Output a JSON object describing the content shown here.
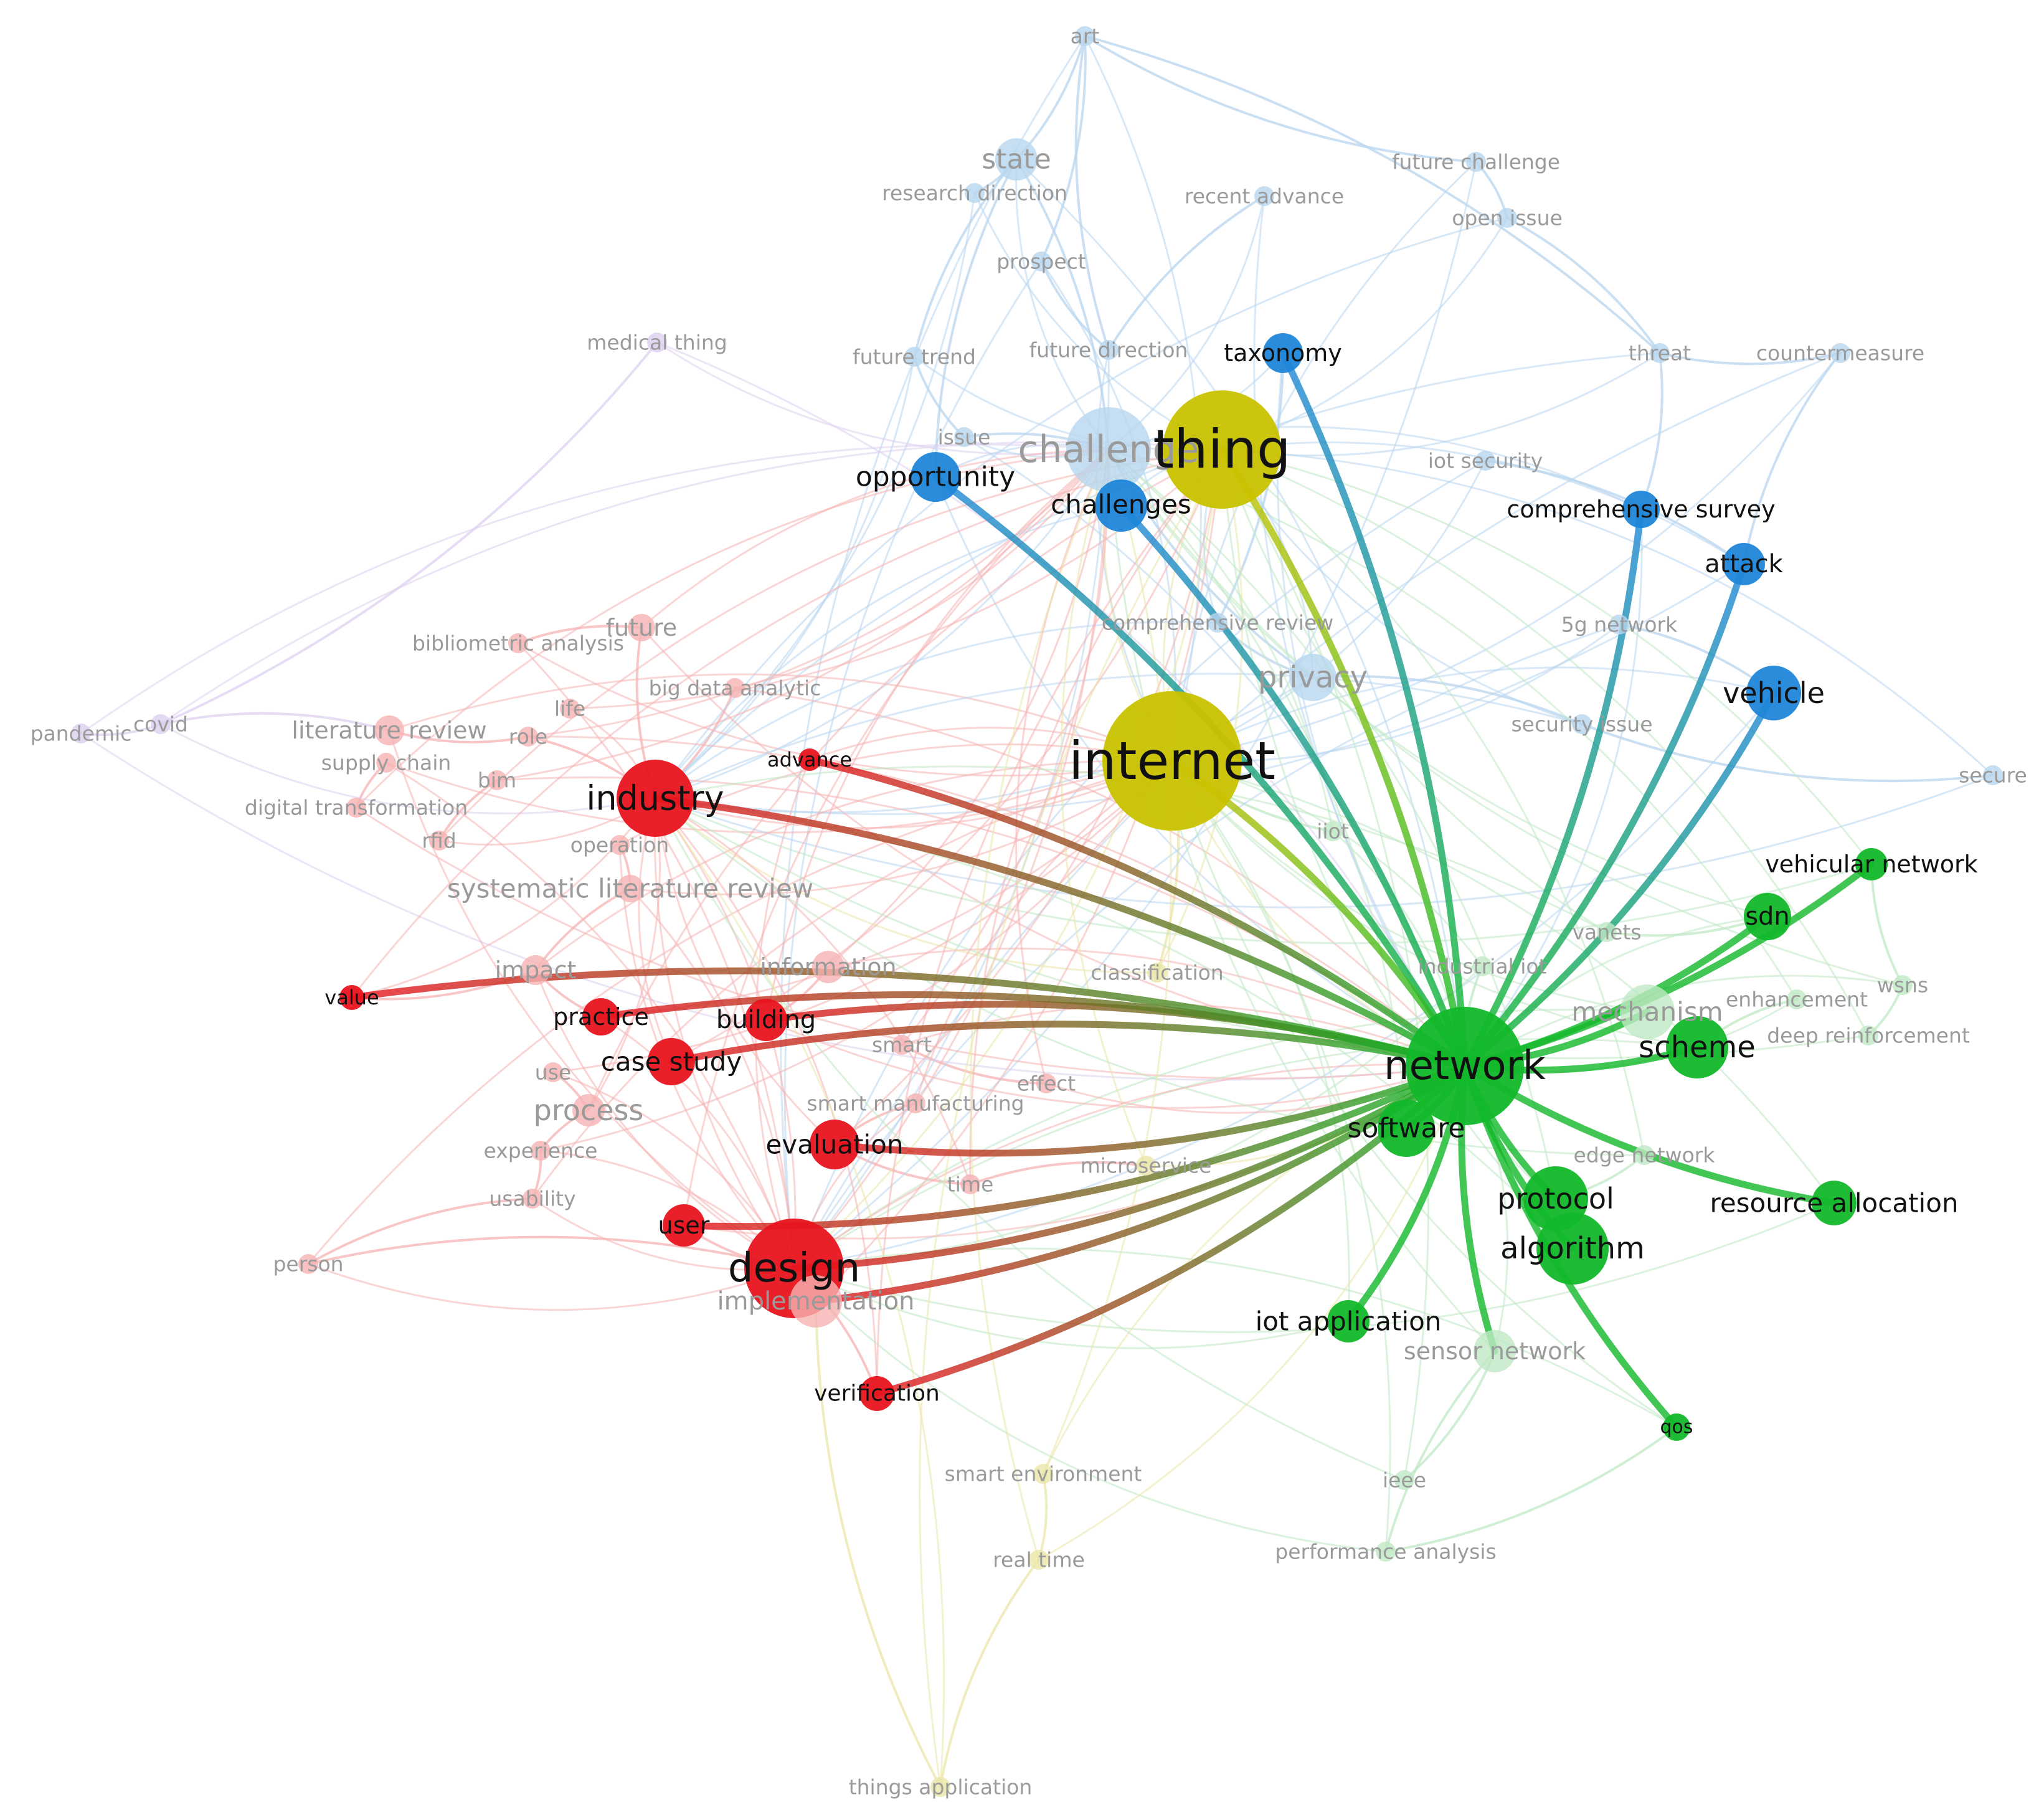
{
  "network": {
    "colors": {
      "red": "#e8141e",
      "blue": "#1f86d8",
      "green": "#12b82a",
      "yellow": "#c9c200",
      "purple": "#a98fd6",
      "red_faint": "#f6b3b3",
      "blue_faint": "#b8d6ee",
      "green_faint": "#bfe8c4",
      "yellow_faint": "#eae6a8",
      "purple_faint": "#ddd0ef"
    },
    "nodes": [
      {
        "id": "art",
        "label": "art",
        "cluster": "blue",
        "weight": 1,
        "fg": false
      },
      {
        "id": "state",
        "label": "state",
        "cluster": "blue",
        "weight": 2,
        "fg": false
      },
      {
        "id": "research-direction",
        "label": "research direction",
        "cluster": "blue",
        "weight": 1,
        "fg": false
      },
      {
        "id": "future-challenge",
        "label": "future challenge",
        "cluster": "blue",
        "weight": 1,
        "fg": false
      },
      {
        "id": "recent-advance",
        "label": "recent advance",
        "cluster": "blue",
        "weight": 1,
        "fg": false
      },
      {
        "id": "open-issue",
        "label": "open issue",
        "cluster": "blue",
        "weight": 1,
        "fg": false
      },
      {
        "id": "prospect",
        "label": "prospect",
        "cluster": "blue",
        "weight": 1,
        "fg": false
      },
      {
        "id": "medical-thing",
        "label": "medical thing",
        "cluster": "purple",
        "weight": 1,
        "fg": false
      },
      {
        "id": "future-trend",
        "label": "future trend",
        "cluster": "blue",
        "weight": 1,
        "fg": false
      },
      {
        "id": "future-direction",
        "label": "future direction",
        "cluster": "blue",
        "weight": 1,
        "fg": false
      },
      {
        "id": "taxonomy",
        "label": "taxonomy",
        "cluster": "blue",
        "weight": 2,
        "fg": true
      },
      {
        "id": "threat",
        "label": "threat",
        "cluster": "blue",
        "weight": 1,
        "fg": false
      },
      {
        "id": "countermeasure",
        "label": "countermeasure",
        "cluster": "blue",
        "weight": 1,
        "fg": false
      },
      {
        "id": "issue",
        "label": "issue",
        "cluster": "blue",
        "weight": 1,
        "fg": false
      },
      {
        "id": "challenge",
        "label": "challenge",
        "cluster": "blue",
        "weight": 6,
        "fg": false
      },
      {
        "id": "thing",
        "label": "thing",
        "cluster": "yellow",
        "weight": 9,
        "fg": true
      },
      {
        "id": "opportunity",
        "label": "opportunity",
        "cluster": "blue",
        "weight": 3,
        "fg": true
      },
      {
        "id": "challenges",
        "label": "challenges",
        "cluster": "blue",
        "weight": 3,
        "fg": true
      },
      {
        "id": "iot-security",
        "label": "iot security",
        "cluster": "blue",
        "weight": 1,
        "fg": false
      },
      {
        "id": "comprehensive-survey",
        "label": "comprehensive survey",
        "cluster": "blue",
        "weight": 2,
        "fg": true
      },
      {
        "id": "attack",
        "label": "attack",
        "cluster": "blue",
        "weight": 3,
        "fg": true
      },
      {
        "id": "bibliometric-analysis",
        "label": "bibliometric analysis",
        "cluster": "red",
        "weight": 1,
        "fg": false
      },
      {
        "id": "future",
        "label": "future",
        "cluster": "red",
        "weight": 2,
        "fg": false
      },
      {
        "id": "comprehensive-review",
        "label": "comprehensive review",
        "cluster": "blue",
        "weight": 1,
        "fg": false
      },
      {
        "id": "5g-network",
        "label": "5g network",
        "cluster": "blue",
        "weight": 1,
        "fg": false
      },
      {
        "id": "big-data-analytic",
        "label": "big data analytic",
        "cluster": "red",
        "weight": 1,
        "fg": false
      },
      {
        "id": "privacy",
        "label": "privacy",
        "cluster": "blue",
        "weight": 3,
        "fg": false
      },
      {
        "id": "vehicle",
        "label": "vehicle",
        "cluster": "blue",
        "weight": 4,
        "fg": true
      },
      {
        "id": "pandemic",
        "label": "pandemic",
        "cluster": "purple",
        "weight": 1,
        "fg": false
      },
      {
        "id": "covid",
        "label": "covid",
        "cluster": "purple",
        "weight": 1,
        "fg": false
      },
      {
        "id": "literature-review",
        "label": "literature review",
        "cluster": "red",
        "weight": 2,
        "fg": false
      },
      {
        "id": "role",
        "label": "role",
        "cluster": "red",
        "weight": 1,
        "fg": false
      },
      {
        "id": "life",
        "label": "life",
        "cluster": "red",
        "weight": 1,
        "fg": false
      },
      {
        "id": "supply-chain",
        "label": "supply chain",
        "cluster": "red",
        "weight": 1,
        "fg": false
      },
      {
        "id": "internet",
        "label": "internet",
        "cluster": "yellow",
        "weight": 10,
        "fg": true
      },
      {
        "id": "security-issue",
        "label": "security issue",
        "cluster": "blue",
        "weight": 1,
        "fg": false
      },
      {
        "id": "advance",
        "label": "advance",
        "cluster": "red",
        "weight": 1,
        "fg": true
      },
      {
        "id": "bim",
        "label": "bim",
        "cluster": "red",
        "weight": 1,
        "fg": false
      },
      {
        "id": "secure",
        "label": "secure",
        "cluster": "blue",
        "weight": 1,
        "fg": false
      },
      {
        "id": "industry",
        "label": "industry",
        "cluster": "red",
        "weight": 5,
        "fg": true
      },
      {
        "id": "digital-transformation",
        "label": "digital transformation",
        "cluster": "red",
        "weight": 1,
        "fg": false
      },
      {
        "id": "rfid",
        "label": "rfid",
        "cluster": "red",
        "weight": 1,
        "fg": false
      },
      {
        "id": "operation",
        "label": "operation",
        "cluster": "red",
        "weight": 1,
        "fg": false
      },
      {
        "id": "iiot",
        "label": "iiot",
        "cluster": "green",
        "weight": 1,
        "fg": false
      },
      {
        "id": "vehicular-network",
        "label": "vehicular network",
        "cluster": "green",
        "weight": 2,
        "fg": true
      },
      {
        "id": "systematic-literature-review",
        "label": "systematic literature review",
        "cluster": "red",
        "weight": 2,
        "fg": false
      },
      {
        "id": "sdn",
        "label": "sdn",
        "cluster": "green",
        "weight": 3,
        "fg": true
      },
      {
        "id": "vanets",
        "label": "vanets",
        "cluster": "green",
        "weight": 1,
        "fg": false
      },
      {
        "id": "impact",
        "label": "impact",
        "cluster": "red",
        "weight": 2,
        "fg": false
      },
      {
        "id": "information",
        "label": "information",
        "cluster": "red",
        "weight": 2,
        "fg": false
      },
      {
        "id": "classification",
        "label": "classification",
        "cluster": "yellow",
        "weight": 1,
        "fg": false
      },
      {
        "id": "industrial-iot",
        "label": "industrial iot",
        "cluster": "green",
        "weight": 1,
        "fg": false
      },
      {
        "id": "wsns",
        "label": "wsns",
        "cluster": "green",
        "weight": 1,
        "fg": false
      },
      {
        "id": "value",
        "label": "value",
        "cluster": "red",
        "weight": 1,
        "fg": true
      },
      {
        "id": "mechanism",
        "label": "mechanism",
        "cluster": "green",
        "weight": 3,
        "fg": false
      },
      {
        "id": "enhancement",
        "label": "enhancement",
        "cluster": "green",
        "weight": 1,
        "fg": false
      },
      {
        "id": "deep-reinforcement",
        "label": "deep reinforcement",
        "cluster": "green",
        "weight": 1,
        "fg": false
      },
      {
        "id": "practice",
        "label": "practice",
        "cluster": "red",
        "weight": 2,
        "fg": true
      },
      {
        "id": "building",
        "label": "building",
        "cluster": "red",
        "weight": 2,
        "fg": true
      },
      {
        "id": "network",
        "label": "network",
        "cluster": "green",
        "weight": 9,
        "fg": true
      },
      {
        "id": "scheme",
        "label": "scheme",
        "cluster": "green",
        "weight": 4,
        "fg": true
      },
      {
        "id": "smart",
        "label": "smart",
        "cluster": "red",
        "weight": 1,
        "fg": false
      },
      {
        "id": "case-study",
        "label": "case study",
        "cluster": "red",
        "weight": 3,
        "fg": true
      },
      {
        "id": "use",
        "label": "use",
        "cluster": "red",
        "weight": 1,
        "fg": false
      },
      {
        "id": "effect",
        "label": "effect",
        "cluster": "red",
        "weight": 1,
        "fg": false
      },
      {
        "id": "process",
        "label": "process",
        "cluster": "red",
        "weight": 2,
        "fg": false
      },
      {
        "id": "smart-manufacturing",
        "label": "smart manufacturing",
        "cluster": "red",
        "weight": 1,
        "fg": false
      },
      {
        "id": "software",
        "label": "software",
        "cluster": "green",
        "weight": 4,
        "fg": true
      },
      {
        "id": "evaluation",
        "label": "evaluation",
        "cluster": "red",
        "weight": 3,
        "fg": true
      },
      {
        "id": "experience",
        "label": "experience",
        "cluster": "red",
        "weight": 1,
        "fg": false
      },
      {
        "id": "microservice",
        "label": "microservice",
        "cluster": "yellow",
        "weight": 1,
        "fg": false
      },
      {
        "id": "time",
        "label": "time",
        "cluster": "red",
        "weight": 1,
        "fg": false
      },
      {
        "id": "usability",
        "label": "usability",
        "cluster": "red",
        "weight": 1,
        "fg": false
      },
      {
        "id": "protocol",
        "label": "protocol",
        "cluster": "green",
        "weight": 4,
        "fg": true
      },
      {
        "id": "edge-network",
        "label": "edge network",
        "cluster": "green",
        "weight": 1,
        "fg": false
      },
      {
        "id": "resource-allocation",
        "label": "resource allocation",
        "cluster": "green",
        "weight": 3,
        "fg": true
      },
      {
        "id": "user",
        "label": "user",
        "cluster": "red",
        "weight": 2,
        "fg": true
      },
      {
        "id": "algorithm",
        "label": "algorithm",
        "cluster": "green",
        "weight": 5,
        "fg": true
      },
      {
        "id": "person",
        "label": "person",
        "cluster": "red",
        "weight": 1,
        "fg": false
      },
      {
        "id": "design",
        "label": "design",
        "cluster": "red",
        "weight": 7,
        "fg": true
      },
      {
        "id": "implementation",
        "label": "implementation",
        "cluster": "red",
        "weight": 3,
        "fg": false
      },
      {
        "id": "iot-application",
        "label": "iot application",
        "cluster": "green",
        "weight": 3,
        "fg": true
      },
      {
        "id": "sensor-network",
        "label": "sensor network",
        "cluster": "green",
        "weight": 3,
        "fg": false
      },
      {
        "id": "verification",
        "label": "verification",
        "cluster": "red",
        "weight": 2,
        "fg": true
      },
      {
        "id": "qos",
        "label": "qos",
        "cluster": "green",
        "weight": 2,
        "fg": true
      },
      {
        "id": "smart-environment",
        "label": "smart environment",
        "cluster": "yellow",
        "weight": 1,
        "fg": false
      },
      {
        "id": "ieee",
        "label": "ieee",
        "cluster": "green",
        "weight": 1,
        "fg": false
      },
      {
        "id": "performance-analysis",
        "label": "performance analysis",
        "cluster": "green",
        "weight": 1,
        "fg": false
      },
      {
        "id": "real-time",
        "label": "real time",
        "cluster": "yellow",
        "weight": 1,
        "fg": false
      },
      {
        "id": "things-application",
        "label": "things application",
        "cluster": "yellow",
        "weight": 1,
        "fg": false
      }
    ],
    "highlighted_edges": [
      [
        "network",
        "taxonomy"
      ],
      [
        "network",
        "thing"
      ],
      [
        "network",
        "opportunity"
      ],
      [
        "network",
        "challenges"
      ],
      [
        "network",
        "comprehensive-survey"
      ],
      [
        "network",
        "attack"
      ],
      [
        "network",
        "vehicle"
      ],
      [
        "network",
        "internet"
      ],
      [
        "network",
        "industry"
      ],
      [
        "network",
        "advance"
      ],
      [
        "network",
        "value"
      ],
      [
        "network",
        "building"
      ],
      [
        "network",
        "practice"
      ],
      [
        "network",
        "case-study"
      ],
      [
        "network",
        "evaluation"
      ],
      [
        "network",
        "user"
      ],
      [
        "network",
        "design"
      ],
      [
        "network",
        "implementation"
      ],
      [
        "network",
        "verification"
      ],
      [
        "network",
        "software"
      ],
      [
        "network",
        "protocol"
      ],
      [
        "network",
        "algorithm"
      ],
      [
        "network",
        "scheme"
      ],
      [
        "network",
        "sdn"
      ],
      [
        "network",
        "vehicular-network"
      ],
      [
        "network",
        "resource-allocation"
      ],
      [
        "network",
        "qos"
      ],
      [
        "network",
        "sensor-network"
      ],
      [
        "network",
        "iot-application"
      ],
      [
        "network",
        "mechanism"
      ]
    ],
    "faint_edges": [
      [
        "art",
        "state"
      ],
      [
        "art",
        "future-challenge"
      ],
      [
        "art",
        "prospect"
      ],
      [
        "art",
        "future-direction"
      ],
      [
        "state",
        "research-direction"
      ],
      [
        "state",
        "future-trend"
      ],
      [
        "state",
        "challenge"
      ],
      [
        "prospect",
        "future-direction"
      ],
      [
        "future-challenge",
        "open-issue"
      ],
      [
        "recent-advance",
        "future-direction"
      ],
      [
        "open-issue",
        "threat"
      ],
      [
        "threat",
        "countermeasure"
      ],
      [
        "threat",
        "comprehensive-survey"
      ],
      [
        "countermeasure",
        "attack"
      ],
      [
        "iot-security",
        "attack"
      ],
      [
        "future-trend",
        "issue"
      ],
      [
        "issue",
        "challenge"
      ],
      [
        "challenge",
        "privacy"
      ],
      [
        "privacy",
        "security-issue"
      ],
      [
        "security-issue",
        "secure"
      ],
      [
        "5g-network",
        "vehicle"
      ],
      [
        "comprehensive-review",
        "privacy"
      ],
      [
        "medical-thing",
        "covid"
      ],
      [
        "pandemic",
        "covid"
      ],
      [
        "covid",
        "literature-review"
      ],
      [
        "literature-review",
        "role"
      ],
      [
        "role",
        "industry"
      ],
      [
        "supply-chain",
        "digital-transformation"
      ],
      [
        "bibliometric-analysis",
        "future"
      ],
      [
        "future",
        "industry"
      ],
      [
        "big-data-analytic",
        "industry"
      ],
      [
        "bim",
        "rfid"
      ],
      [
        "operation",
        "systematic-literature-review"
      ],
      [
        "systematic-literature-review",
        "impact"
      ],
      [
        "impact",
        "value"
      ],
      [
        "impact",
        "practice"
      ],
      [
        "information",
        "building"
      ],
      [
        "smart",
        "effect"
      ],
      [
        "use",
        "process"
      ],
      [
        "process",
        "experience"
      ],
      [
        "experience",
        "usability"
      ],
      [
        "usability",
        "person"
      ],
      [
        "person",
        "design"
      ],
      [
        "user",
        "design"
      ],
      [
        "design",
        "verification"
      ],
      [
        "evaluation",
        "time"
      ],
      [
        "time",
        "microservice"
      ],
      [
        "classification",
        "internet"
      ],
      [
        "smart-environment",
        "real-time"
      ],
      [
        "real-time",
        "things-application"
      ],
      [
        "things-application",
        "implementation"
      ],
      [
        "vanets",
        "sdn"
      ],
      [
        "iiot",
        "internet"
      ],
      [
        "industrial-iot",
        "network"
      ],
      [
        "wsns",
        "deep-reinforcement"
      ],
      [
        "enhancement",
        "scheme"
      ],
      [
        "edge-network",
        "protocol"
      ],
      [
        "ieee",
        "sensor-network"
      ],
      [
        "performance-analysis",
        "sensor-network"
      ],
      [
        "vehicular-network",
        "wsns"
      ],
      [
        "qos",
        "performance-analysis"
      ],
      [
        "smart-manufacturing",
        "evaluation"
      ],
      [
        "art",
        "threat"
      ],
      [
        "state",
        "opportunity"
      ],
      [
        "taxonomy",
        "comprehensive-review"
      ]
    ]
  }
}
